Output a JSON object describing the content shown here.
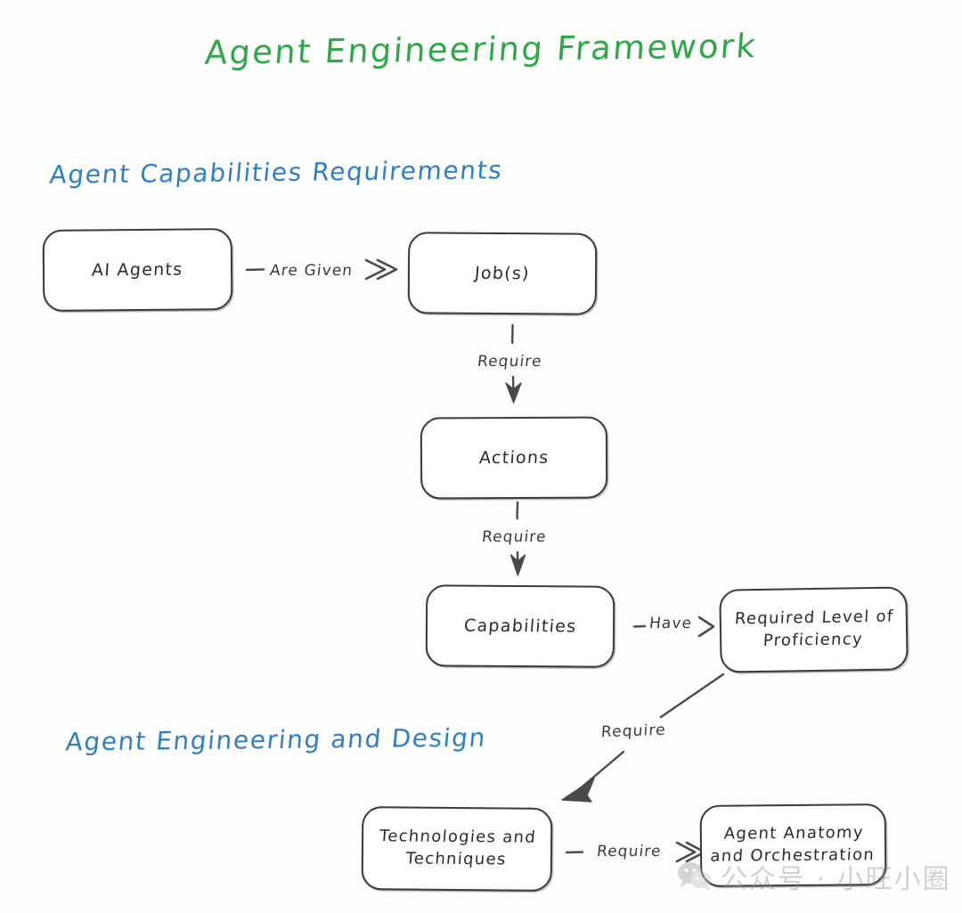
{
  "title": "Agent Engineering Framework",
  "sections": [
    {
      "id": "capabilities",
      "label": "Agent Capabilities Requirements",
      "color": "#2f7fc6"
    },
    {
      "id": "engineering",
      "label": "Agent Engineering and Design",
      "color": "#2f7fc6"
    }
  ],
  "colors": {
    "title": "#2fa84a",
    "section": "#2f7fc6",
    "node_border": "#3a3a3a",
    "node_text": "#2b2b2b",
    "edge": "#4a4a4a",
    "background": "#fefefe",
    "watermark": "#8d8d8d"
  },
  "nodes": [
    {
      "id": "ai-agents",
      "label": "AI Agents"
    },
    {
      "id": "jobs",
      "label": "Job(s)"
    },
    {
      "id": "actions",
      "label": "Actions"
    },
    {
      "id": "capabilities",
      "label": "Capabilities"
    },
    {
      "id": "proficiency",
      "label": "Required Level of Proficiency"
    },
    {
      "id": "technologies",
      "label": "Technologies and Techniques"
    },
    {
      "id": "anatomy",
      "label": "Agent Anatomy and Orchestration"
    }
  ],
  "edges": [
    {
      "id": "e1",
      "from": "ai-agents",
      "to": "jobs",
      "label": "Are Given",
      "direction": "right"
    },
    {
      "id": "e2",
      "from": "jobs",
      "to": "actions",
      "label": "Require",
      "direction": "down"
    },
    {
      "id": "e3",
      "from": "actions",
      "to": "capabilities",
      "label": "Require",
      "direction": "down"
    },
    {
      "id": "e4",
      "from": "capabilities",
      "to": "proficiency",
      "label": "Have",
      "direction": "right"
    },
    {
      "id": "e5",
      "from": "proficiency",
      "to": "technologies",
      "label": "Require",
      "direction": "down-left"
    },
    {
      "id": "e6",
      "from": "technologies",
      "to": "anatomy",
      "label": "Require",
      "direction": "right"
    }
  ],
  "watermark": {
    "text": "公众号 · 小旺小圈",
    "icon": "wechat-icon"
  }
}
